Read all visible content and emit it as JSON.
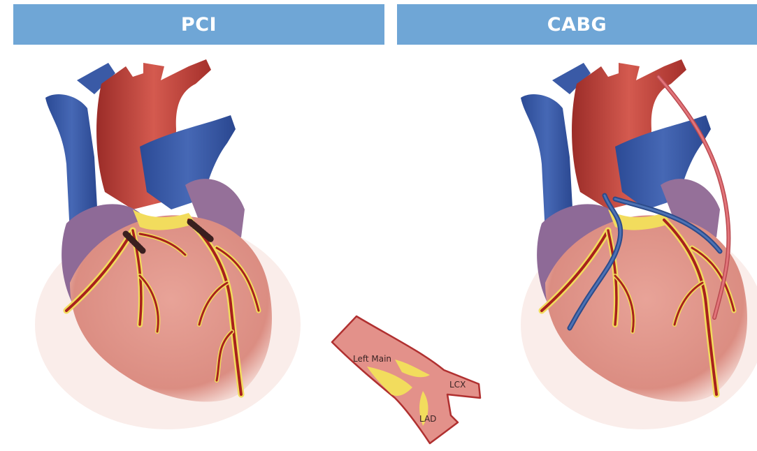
{
  "panels": {
    "left": {
      "title": "PCI"
    },
    "right": {
      "title": "CABG"
    }
  },
  "bifurcation": {
    "labels": {
      "left_main": "Left Main",
      "lcx": "LCX",
      "lad": "LAD"
    }
  },
  "colors": {
    "banner": "#6fa6d6",
    "aorta": "#b83a33",
    "vena_cava": "#2f4f9a",
    "myocardium": "#e39a8f",
    "atrium": "#8f6a97",
    "fat": "#f2dc5d",
    "coronary": "#a8211d",
    "vein_graft": "#3a5f9c",
    "arterial_graft": "#e2747a"
  },
  "icons": [
    "heart-pci-illustration",
    "heart-cabg-illustration",
    "left-main-bifurcation-illustration"
  ]
}
